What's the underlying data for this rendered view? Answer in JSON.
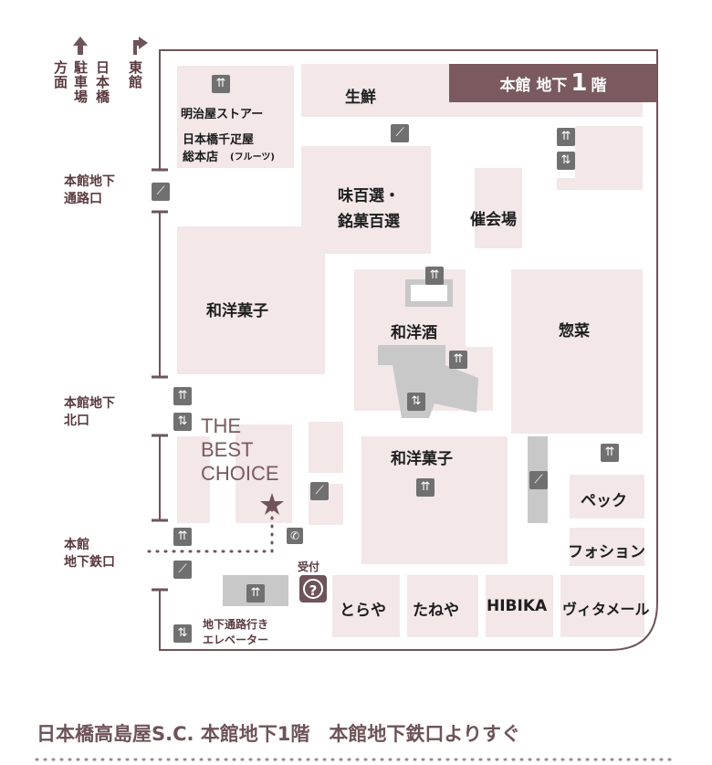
{
  "floor_banner": {
    "text": "本館 地下",
    "num": "1",
    "suffix": "階"
  },
  "shops": {
    "seisen": "生鮮",
    "meiji_1": "明治屋ストアー",
    "sembikiya_1": "日本橋千疋屋",
    "sembikiya_2": "総本店",
    "sembikiya_note": "(フルーツ)",
    "ajihyaku_1": "味百選・",
    "ajihyaku_2": "銘菓百選",
    "moyoshi": "催会場",
    "wayogashi_left": "和洋菓子",
    "wayoshu": "和洋酒",
    "sozai": "惣菜",
    "wayogashi_center": "和洋菓子",
    "pekku": "ペック",
    "fauchon": "フォション",
    "toraya": "とらや",
    "taneya": "たねや",
    "hibika": "HIBIKA",
    "vitamer": "ヴィタメール"
  },
  "best_choice": [
    "THE",
    "BEST",
    "CHOICE"
  ],
  "uketsuke": "受付",
  "entrances": {
    "chika_tsuro_1": "本館地下",
    "chika_tsuro_2": "通路口",
    "kita_1": "本館地下",
    "kita_2": "北口",
    "tetsu_1": "本館",
    "tetsu_2": "地下鉄口",
    "elev_1": "地下通路行き",
    "elev_2": "エレベーター"
  },
  "directions": {
    "higashi": "東館",
    "nihonbashi": "日本橋",
    "parking": "駐車場",
    "houmen": "方面"
  },
  "caption": "日本橋高島屋S.C. 本館地下1階　本館地下鉄口よりすぐ",
  "colors": {
    "accent": "#7a5a5e",
    "block": "#f3e7e8",
    "icon": "#707070",
    "outline": "#6e5458"
  }
}
